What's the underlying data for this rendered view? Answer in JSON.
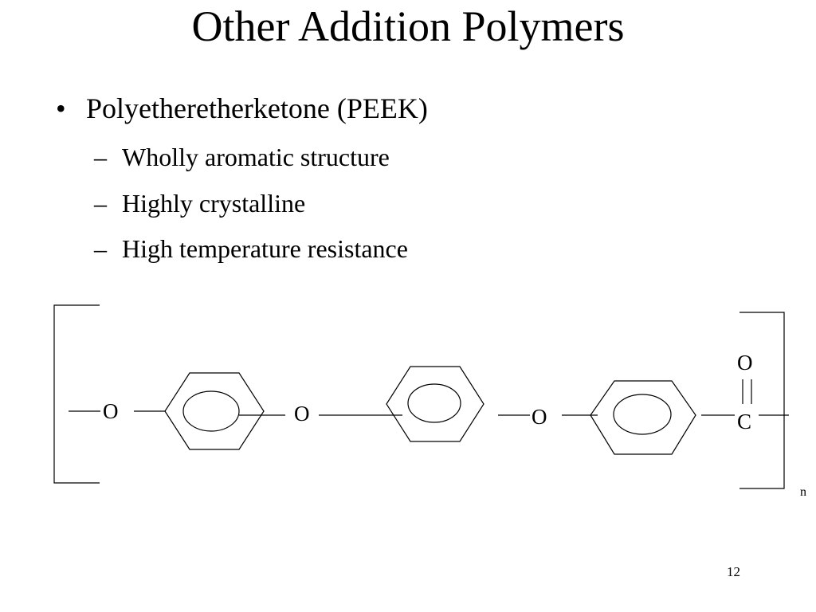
{
  "slide": {
    "title": "Other Addition Polymers",
    "bullet": {
      "marker": "•",
      "text": "Polyetheretherketone (PEEK)"
    },
    "sub_bullets": [
      {
        "marker": "–",
        "text": "Wholly aromatic structure"
      },
      {
        "marker": "–",
        "text": "Highly crystalline"
      },
      {
        "marker": "–",
        "text": "High temperature resistance"
      }
    ],
    "structure": {
      "ether_oxygen_1": "O",
      "ether_oxygen_2": "O",
      "ether_oxygen_3": "O",
      "carbonyl_oxygen": "O",
      "carbonyl_carbon": "C",
      "double_bond_symbol": "||",
      "repeat_subscript": "n"
    },
    "page_number": "12"
  }
}
